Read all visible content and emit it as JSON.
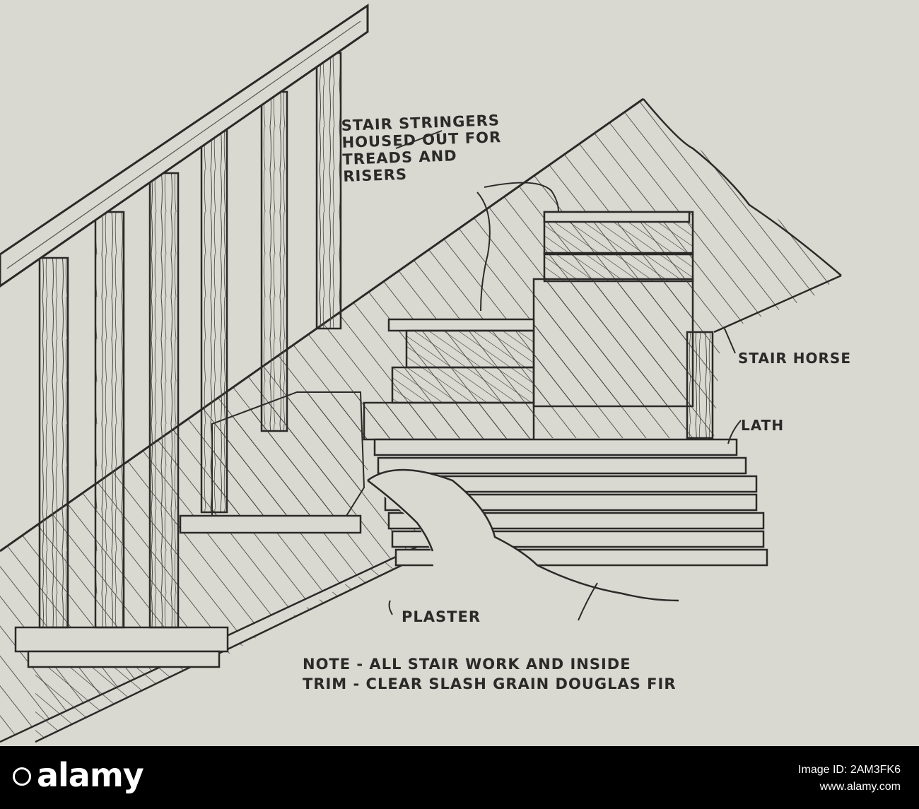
{
  "labels": {
    "stringers": [
      "STAIR STRINGERS",
      "HOUSED OUT FOR",
      "TREADS AND",
      "RISERS"
    ],
    "stair_horse": "STAIR HORSE",
    "lath": "LATH",
    "plaster": "PLASTER",
    "note": [
      "NOTE - ALL STAIR WORK AND INSIDE",
      "TRIM - CLEAR SLASH GRAIN DOUGLAS FIR"
    ]
  },
  "footer": {
    "brand": "alamy",
    "image_id": "Image ID: 2AM3FK6",
    "site": "www.alamy.com"
  },
  "colors": {
    "paper": "#d9d8d1",
    "ink": "#2a2a28",
    "footer_bg": "#000000"
  }
}
